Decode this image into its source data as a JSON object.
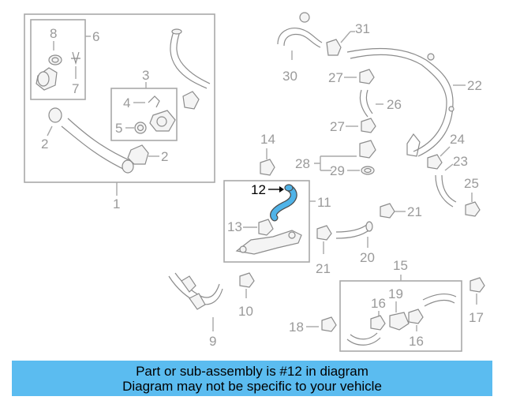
{
  "callouts": {
    "c1": "1",
    "c2a": "2",
    "c2b": "2",
    "c3": "3",
    "c4": "4",
    "c5": "5",
    "c6": "6",
    "c7": "7",
    "c8": "8",
    "c9": "9",
    "c10": "10",
    "c11": "11",
    "c12": "12",
    "c13": "13",
    "c14": "14",
    "c15": "15",
    "c16a": "16",
    "c16b": "16",
    "c17": "17",
    "c18": "18",
    "c19": "19",
    "c20": "20",
    "c21a": "21",
    "c21b": "21",
    "c22": "22",
    "c23": "23",
    "c24": "24",
    "c25": "25",
    "c26": "26",
    "c27a": "27",
    "c27b": "27",
    "c28": "28",
    "c29": "29",
    "c30": "30",
    "c31": "31"
  },
  "highlight": {
    "part_number": "12",
    "color": "#4fb3e8"
  },
  "banner": {
    "line1": "Part or sub-assembly is #12 in diagram",
    "line2": "Diagram may not be specific to your vehicle",
    "background": "#5bbcf0"
  }
}
